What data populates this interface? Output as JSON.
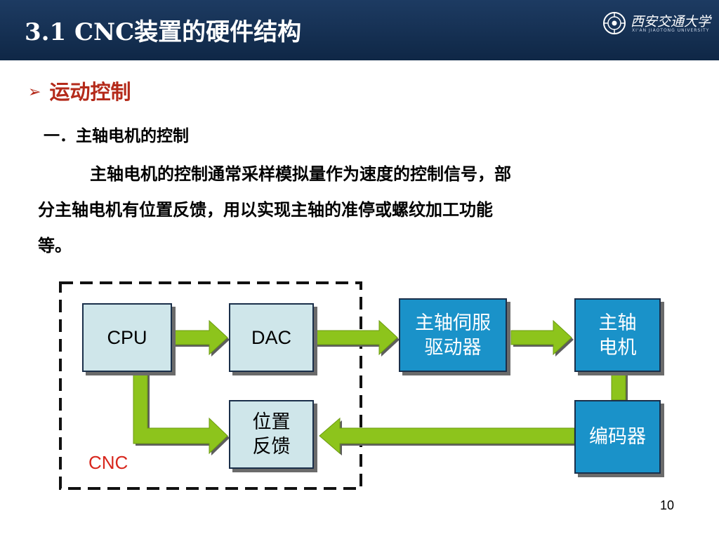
{
  "header": {
    "title": "3.1 CNC装置的硬件结构",
    "logo_text": "西安交通大学",
    "logo_subtext": "XI'AN JIAOTONG UNIVERSITY"
  },
  "section": {
    "bullet_icon": "arrow-bullet-icon",
    "title": "运动控制"
  },
  "subheading": "一．主轴电机的控制",
  "paragraph": {
    "line1": "主轴电机的控制通常采样模拟量作为速度的控制信号，部",
    "line2": "分主轴电机有位置反馈，用以实现主轴的准停或螺纹加工功能",
    "line3": "等。"
  },
  "diagram": {
    "boundary_label": "CNC",
    "blocks": {
      "cpu": "CPU",
      "dac": "DAC",
      "feedback": "位置\n反馈",
      "servo_driver": "主轴伺服\n驱动器",
      "spindle_motor": "主轴\n电机",
      "encoder": "编码器"
    },
    "colors": {
      "light_block": "#cfe6ea",
      "blue_block": "#1a92c9",
      "arrow_fill": "#8dc41c",
      "cnc_label": "#d8261c",
      "header_bg": "#1d3b62",
      "section_title": "#b42a1a"
    }
  },
  "page_number": "10"
}
